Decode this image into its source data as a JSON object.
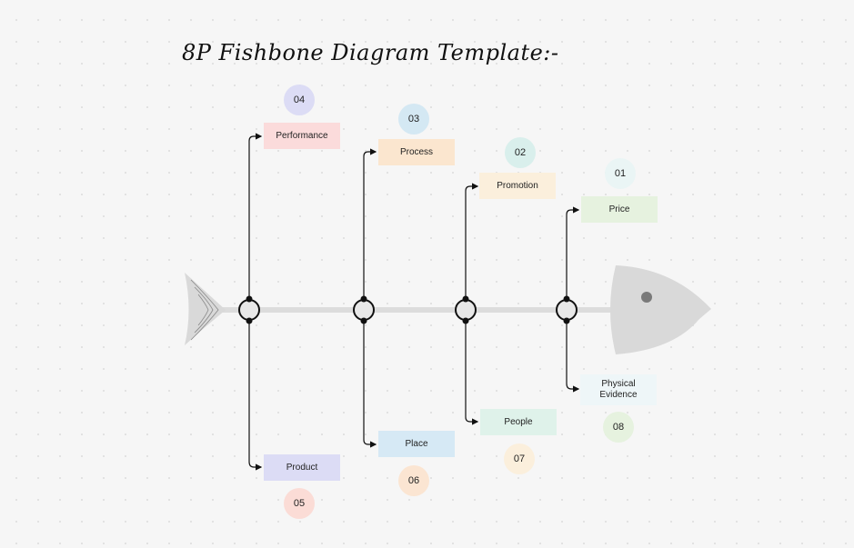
{
  "title": "8P Fishbone Diagram Template:-",
  "categories": [
    {
      "id": "price",
      "number": "01",
      "label": "Price",
      "box_color": "#e6f2df",
      "circle_color": "#eaf5f5"
    },
    {
      "id": "promotion",
      "number": "02",
      "label": "Promotion",
      "box_color": "#fbefdc",
      "circle_color": "#d9efec"
    },
    {
      "id": "process",
      "number": "03",
      "label": "Process",
      "box_color": "#fbe6cf",
      "circle_color": "#d4e8f3"
    },
    {
      "id": "performance",
      "number": "04",
      "label": "Performance",
      "box_color": "#fbdbdb",
      "circle_color": "#dcdcf5"
    },
    {
      "id": "product",
      "number": "05",
      "label": "Product",
      "box_color": "#dcdcf5",
      "circle_color": "#fbdcd6"
    },
    {
      "id": "place",
      "number": "06",
      "label": "Place",
      "box_color": "#d6e9f5",
      "circle_color": "#fbe5d2"
    },
    {
      "id": "people",
      "number": "07",
      "label": "People",
      "box_color": "#dff2ea",
      "circle_color": "#fbefdc"
    },
    {
      "id": "physical-evidence",
      "number": "08",
      "label": "Physical Evidence",
      "box_color": "#eef6f8",
      "circle_color": "#e6f2df"
    }
  ]
}
